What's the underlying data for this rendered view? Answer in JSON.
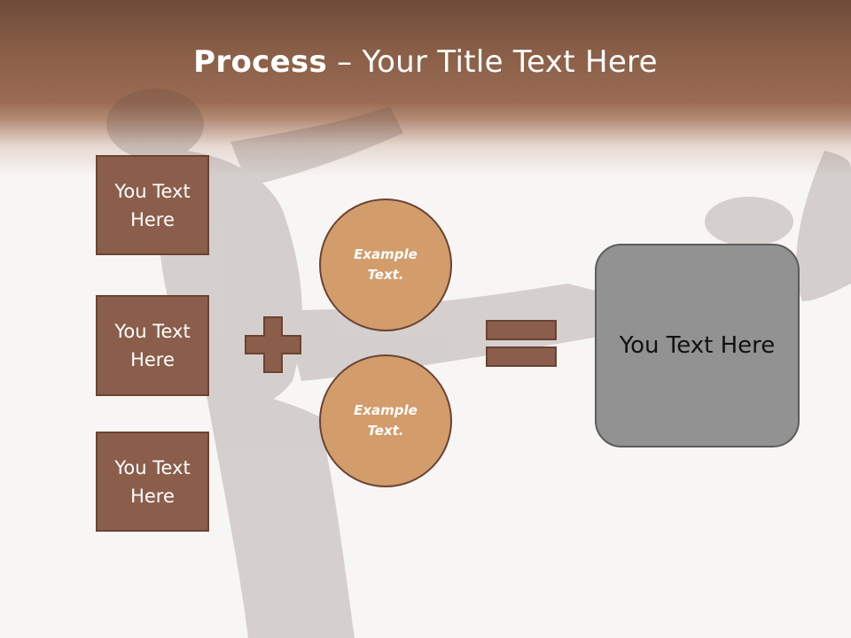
{
  "title": {
    "bold": "Process",
    "rest": " – Your Title Text Here"
  },
  "left_boxes": [
    {
      "label": "You Text Here"
    },
    {
      "label": "You Text Here"
    },
    {
      "label": "You Text Here"
    }
  ],
  "circles": [
    {
      "label": "Example Text."
    },
    {
      "label": "Example Text."
    }
  ],
  "result": {
    "label": "You Text Here"
  },
  "colors": {
    "header": "#8a5f47",
    "box_fill": "#8b5e4b",
    "box_border": "#6a4333",
    "circle_fill": "#d39c6b",
    "result_fill": "#929292",
    "background": "#f8f6f5"
  }
}
